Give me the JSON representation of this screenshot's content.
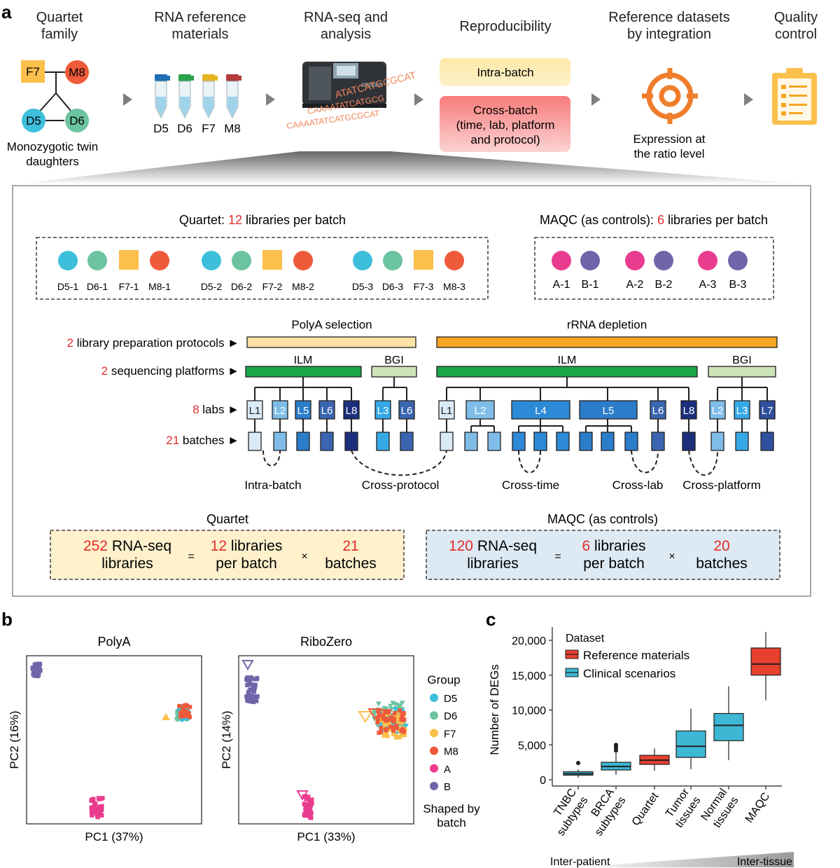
{
  "panel_a": {
    "label": "a",
    "workflow": {
      "steps": [
        {
          "title_l1": "Quartet",
          "title_l2": "family"
        },
        {
          "title_l1": "RNA reference",
          "title_l2": "materials"
        },
        {
          "title_l1": "RNA-seq and",
          "title_l2": "analysis"
        },
        {
          "title_l1": "Reproducibility",
          "title_l2": ""
        },
        {
          "title_l1": "Reference datasets",
          "title_l2": "by integration"
        },
        {
          "title_l1": "Quality",
          "title_l2": "control"
        }
      ],
      "family": {
        "f7": "F7",
        "m8": "M8",
        "d5": "D5",
        "d6": "D6",
        "caption_l1": "Monozygotic twin",
        "caption_l2": "daughters"
      },
      "tubes": [
        "D5",
        "D6",
        "F7",
        "M8"
      ],
      "sequence_lines": [
        "ATATCATGCGCAT",
        "CAAAATATCATGCG",
        "CAAAATATCATGCGCAT"
      ],
      "intra_batch": "Intra-batch",
      "cross_batch_l1": "Cross-batch",
      "cross_batch_l2": "(time, lab, platform",
      "cross_batch_l3": "and protocol)",
      "ratio_l1": "Expression at",
      "ratio_l2": "the ratio level"
    },
    "design": {
      "quartet_title_pre": "Quartet: ",
      "quartet_title_num": "12",
      "quartet_title_post": " libraries per batch",
      "quartet_libs": [
        "D5-1",
        "D6-1",
        "F7-1",
        "M8-1",
        "D5-2",
        "D6-2",
        "F7-2",
        "M8-2",
        "D5-3",
        "D6-3",
        "F7-3",
        "M8-3"
      ],
      "maqc_title_pre": "MAQC (as controls): ",
      "maqc_title_num": "6",
      "maqc_title_post": " libraries per batch",
      "maqc_libs": [
        "A-1",
        "B-1",
        "A-2",
        "B-2",
        "A-3",
        "B-3"
      ],
      "rows": [
        {
          "num": "2",
          "label": " library preparation protocols ►"
        },
        {
          "num": "2",
          "label": " sequencing platforms ►"
        },
        {
          "num": "8",
          "label": " labs ►"
        },
        {
          "num": "21",
          "label": " batches ►"
        }
      ],
      "protocols": [
        "PolyA selection",
        "rRNA depletion"
      ],
      "platforms": [
        "ILM",
        "BGI",
        "ILM",
        "BGI"
      ],
      "labs_polya": [
        "L1",
        "L2",
        "L5",
        "L6",
        "L8",
        "L3",
        "L6"
      ],
      "labs_rrna": [
        "L1",
        "L2",
        "L4",
        "L5",
        "L6",
        "L8",
        "L2",
        "L3",
        "L7"
      ],
      "comparisons": [
        "Intra-batch",
        "Cross-protocol",
        "Cross-time",
        "Cross-lab",
        "Cross-platform"
      ],
      "summary_quartet": {
        "heading": "Quartet",
        "total_num": "252",
        "total_l1": " RNA-seq",
        "total_l2": "libraries",
        "eq": "=",
        "per_num": "12",
        "per_l1": " libraries",
        "per_l2": "per batch",
        "times": "×",
        "batch_num": "21",
        "batch_l2": "batches"
      },
      "summary_maqc": {
        "heading": "MAQC (as controls)",
        "total_num": "120",
        "total_l1": " RNA-seq",
        "total_l2": "libraries",
        "eq": "=",
        "per_num": "6",
        "per_l1": " libraries",
        "per_l2": "per batch",
        "times": "×",
        "batch_num": "20",
        "batch_l2": "batches"
      }
    }
  },
  "panel_b": {
    "label": "b",
    "plots": [
      {
        "title": "PolyA",
        "xlabel": "PC1 (37%)",
        "ylabel": "PC2 (16%)"
      },
      {
        "title": "RiboZero",
        "xlabel": "PC1 (33%)",
        "ylabel": "PC2 (14%)"
      }
    ],
    "legend_title": "Group",
    "legend": [
      {
        "name": "D5",
        "color": "#3dbfdc"
      },
      {
        "name": "D6",
        "color": "#6cc3a0"
      },
      {
        "name": "F7",
        "color": "#fbbf4b"
      },
      {
        "name": "M8",
        "color": "#ef5a3a"
      },
      {
        "name": "A",
        "color": "#ea3c8f"
      },
      {
        "name": "B",
        "color": "#6e66a9"
      }
    ],
    "shape_note_l1": "Shaped by",
    "shape_note_l2": "batch"
  },
  "panel_c": {
    "label": "c",
    "ylabel": "Number of DEGs",
    "gradient_left": "Inter-patient",
    "gradient_right": "Inter-tissue"
  },
  "chart_data": {
    "type": "box",
    "title": "",
    "xlabel": "",
    "ylabel": "Number of DEGs",
    "ylim": [
      0,
      21000
    ],
    "yticks": [
      "0",
      "5,000",
      "10,000",
      "15,000",
      "20,000"
    ],
    "legend_title": "Dataset",
    "legend_position": "top-left",
    "series": [
      {
        "name": "Reference materials",
        "color": "#e8402f"
      },
      {
        "name": "Clinical scenarios",
        "color": "#3cb8d4"
      }
    ],
    "categories": [
      {
        "l1": "TNBC",
        "l2": "subtypes",
        "group": 1,
        "min": 300,
        "q1": 650,
        "median": 850,
        "q3": 1150,
        "max": 1500,
        "outliers": [
          2400
        ]
      },
      {
        "l1": "BRCA",
        "l2": "subtypes",
        "group": 1,
        "min": 700,
        "q1": 1400,
        "median": 1900,
        "q3": 2500,
        "max": 3900,
        "outliers": [
          4200,
          4500,
          4800,
          5000
        ]
      },
      {
        "l1": "Quartet",
        "l2": "",
        "group": 0,
        "min": 1300,
        "q1": 2200,
        "median": 2800,
        "q3": 3500,
        "max": 4500,
        "outliers": []
      },
      {
        "l1": "Tumor",
        "l2": "tissues",
        "group": 1,
        "min": 1500,
        "q1": 3200,
        "median": 4800,
        "q3": 7000,
        "max": 10200,
        "outliers": []
      },
      {
        "l1": "Normal",
        "l2": "tissues",
        "group": 1,
        "min": 2800,
        "q1": 5600,
        "median": 7800,
        "q3": 9500,
        "max": 13400,
        "outliers": []
      },
      {
        "l1": "MAQC",
        "l2": "",
        "group": 0,
        "min": 11400,
        "q1": 15000,
        "median": 16600,
        "q3": 18900,
        "max": 21200,
        "outliers": []
      }
    ]
  }
}
